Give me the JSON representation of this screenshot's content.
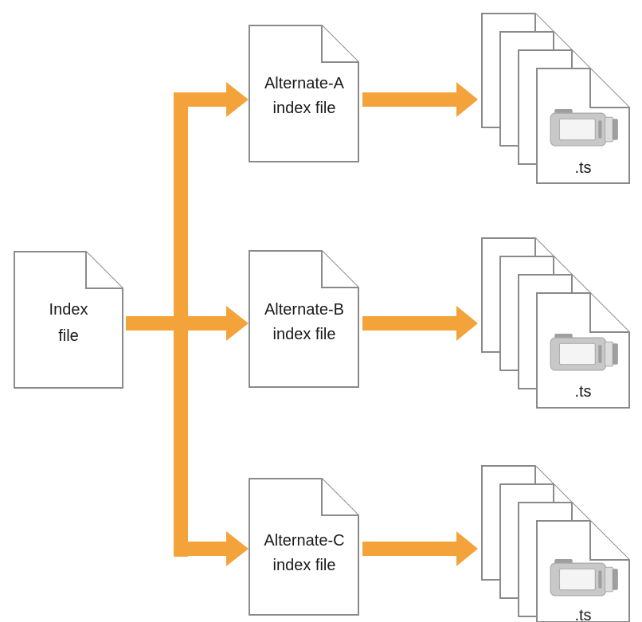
{
  "diagram": {
    "colors": {
      "arrow": "#f4a33b",
      "document_stroke": "#8a8a8a",
      "camera_fill": "#c8c8c8"
    },
    "master": {
      "label_lines": [
        "Index",
        "file"
      ]
    },
    "alternates": [
      {
        "id": "a",
        "label_lines": [
          "Alternate-A",
          "index file"
        ],
        "segments": {
          "label": ".ts",
          "icon": "video-camera-icon"
        }
      },
      {
        "id": "b",
        "label_lines": [
          "Alternate-B",
          "index file"
        ],
        "segments": {
          "label": ".ts",
          "icon": "video-camera-icon"
        }
      },
      {
        "id": "c",
        "label_lines": [
          "Alternate-C",
          "index file"
        ],
        "segments": {
          "label": ".ts",
          "icon": "video-camera-icon"
        }
      }
    ]
  }
}
